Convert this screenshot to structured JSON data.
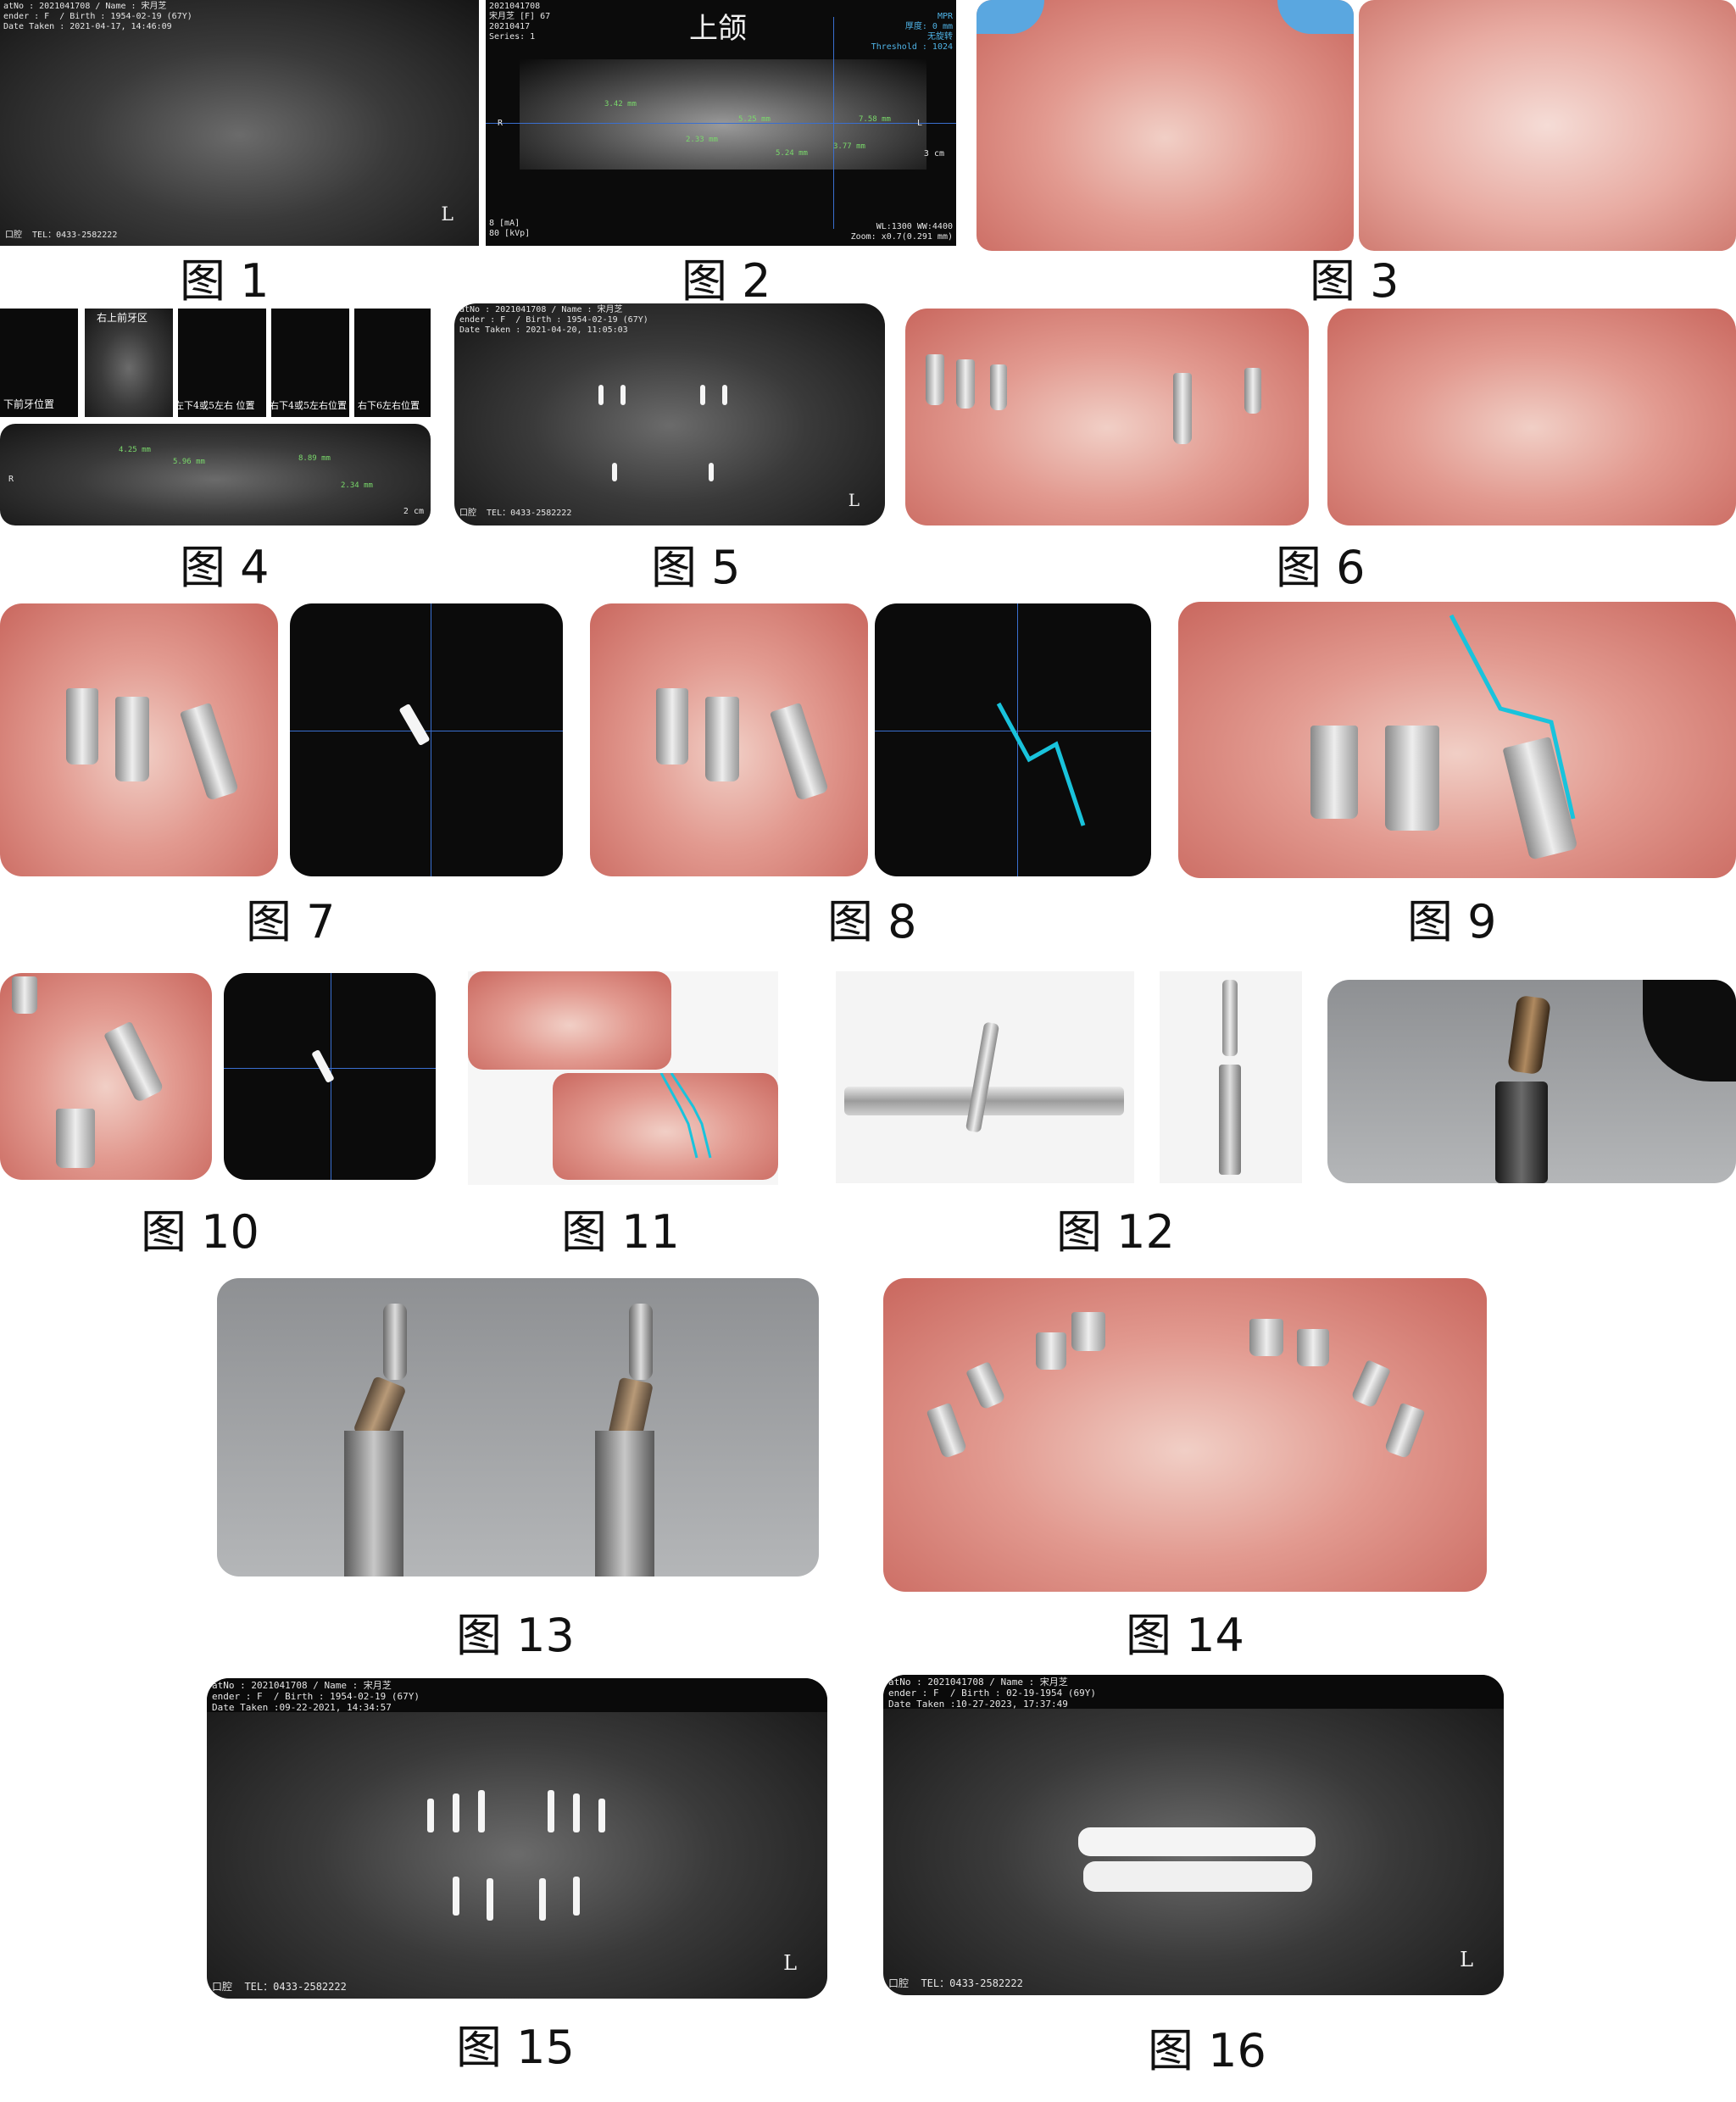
{
  "figures": [
    {
      "id": "fig1",
      "caption": "图 1"
    },
    {
      "id": "fig2",
      "caption": "图 2"
    },
    {
      "id": "fig3",
      "caption": "图 3"
    },
    {
      "id": "fig4",
      "caption": "图 4"
    },
    {
      "id": "fig5",
      "caption": "图 5"
    },
    {
      "id": "fig6",
      "caption": "图 6"
    },
    {
      "id": "fig7",
      "caption": "图 7"
    },
    {
      "id": "fig8",
      "caption": "图 8"
    },
    {
      "id": "fig9",
      "caption": "图 9"
    },
    {
      "id": "fig10",
      "caption": "图 10"
    },
    {
      "id": "fig11",
      "caption": "图 11"
    },
    {
      "id": "fig12",
      "caption": "图 12"
    },
    {
      "id": "fig13",
      "caption": "图 13"
    },
    {
      "id": "fig14",
      "caption": "图 14"
    },
    {
      "id": "fig15",
      "caption": "图 15"
    },
    {
      "id": "fig16",
      "caption": "图 16"
    }
  ],
  "fig1_overlay": {
    "header": "atNo : 2021041708 / Name : 宋月芝\nender : F  / Birth : 1954-02-19 (67Y)\nDate Taken : 2021-04-17, 14:46:09",
    "footer": "口腔  TEL：0433-2582222",
    "marker": "L"
  },
  "fig2_overlay": {
    "header": "2021041708\n宋月芝 [F] 67\n20210417\nSeries: 1",
    "title": "上颌",
    "right_top": "MPR\n厚度: 0 mm\n无旋转\nThreshold : 1024",
    "left_bottom": "8 [mA]\n80 [kVp]",
    "right_bottom": "WL:1300 WW:4400\nZoom: x0.7(0.291 mm)",
    "scale": "3 cm",
    "side_left": "R",
    "side_right": "L",
    "measurements": [
      "3.42 mm",
      "2.33 mm",
      "5.25 mm",
      "5.24 mm",
      "3.77 mm",
      "7.58 mm"
    ]
  },
  "fig4_overlay": {
    "labels": [
      "下前牙位置",
      "右上前牙区",
      "左下4或5左右 位置",
      "右下4或5左右位置",
      "右下6左右位置"
    ],
    "measurements": [
      "4.25 mm",
      "5.96 mm",
      "8.89 mm",
      "2.34 mm"
    ],
    "scale": "2 cm",
    "side_left": "R"
  },
  "fig5_overlay": {
    "header": "atNo : 2021041708 / Name : 宋月芝\nender : F  / Birth : 1954-02-19 (67Y)\nDate Taken : 2021-04-20, 11:05:03",
    "footer": "口腔  TEL：0433-2582222",
    "marker": "L"
  },
  "fig15_overlay": {
    "header": "atNo : 2021041708 / Name : 宋月芝\nender : F  / Birth : 1954-02-19 (67Y)\nDate Taken :09-22-2021, 14:34:57",
    "footer": "口腔  TEL：0433-2582222",
    "marker": "L"
  },
  "fig16_overlay": {
    "header": "atNo : 2021041708 / Name : 宋月芝\nender : F  / Birth : 02-19-1954 (69Y)\nDate Taken :10-27-2023, 17:37:49",
    "footer": "口腔  TEL：0433-2582222",
    "marker": "L"
  },
  "colors": {
    "accent_line": "#19c3dc",
    "measure_text": "#7ad96b"
  }
}
